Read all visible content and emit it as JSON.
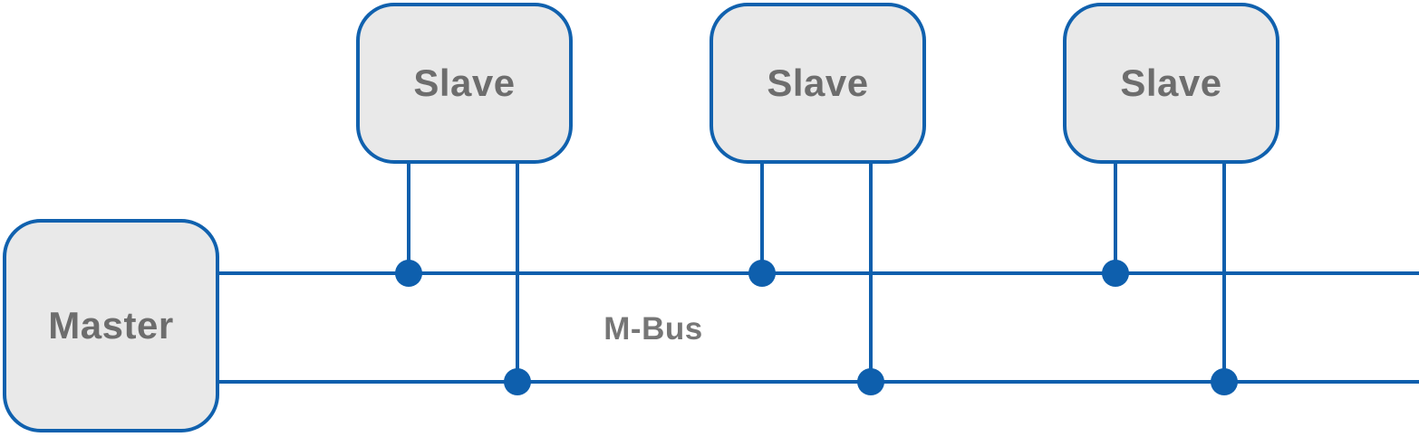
{
  "nodes": {
    "master": {
      "label": "Master"
    },
    "slaves": [
      {
        "label": "Slave"
      },
      {
        "label": "Slave"
      },
      {
        "label": "Slave"
      }
    ]
  },
  "bus": {
    "label": "M-Bus",
    "top_line": "M-Bus wire 1",
    "bottom_line": "M-Bus wire 2"
  },
  "colors": {
    "line": "#0e5fad",
    "node_border": "#1061ae",
    "node_fill": "#e9e9e9",
    "node_text": "#6d6d6d",
    "bus_label_text": "#767676",
    "background": "#ffffff"
  }
}
